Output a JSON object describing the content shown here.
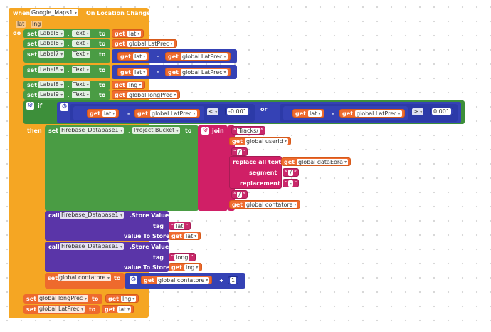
{
  "event": {
    "when": "when",
    "component": "Google_Maps1",
    "event_name": "On Location Changed",
    "params": [
      "lat",
      "lng"
    ],
    "do": "do"
  },
  "kw": {
    "set": "set",
    "to": "to",
    "get": "get",
    "if": "if",
    "then": "then",
    "or": "or",
    "join": "join",
    "call": "call",
    "dot": ".",
    "minus": "-",
    "plus": "+",
    "lt": "<",
    "gt": ">",
    "store_value": ".Store Value",
    "tag": "tag",
    "value_to_store": "value To Store",
    "replace_all_text": "replace all text",
    "segment": "segment",
    "replacement": "replacement"
  },
  "sets": [
    {
      "label": "Label5",
      "prop": "Text",
      "var": "lat"
    },
    {
      "label": "Label6",
      "prop": "Text",
      "var": "global LatPrec"
    },
    {
      "label": "Label7",
      "prop": "Text",
      "var1": "lat",
      "var2": "global LatPrec"
    },
    {
      "label": "Label8",
      "prop": "Text",
      "var1": "lat",
      "var2": "global LatPrec"
    },
    {
      "label": "Label8",
      "prop": "Text",
      "var": "lng"
    },
    {
      "label": "Label9",
      "prop": "Text",
      "var": "global longPrec"
    }
  ],
  "if_block": {
    "left_var1": "lat",
    "left_var2": "global LatPrec",
    "left_op": "<",
    "left_num": "-0.001",
    "right_var1": "lat",
    "right_var2": "global LatPrec",
    "right_op": ">",
    "right_num": "0.001"
  },
  "then_set": {
    "component": "Firebase_Database1",
    "prop": "Project Bucket",
    "join_items": [
      "Tracks/",
      "global userId",
      "/",
      "global dataEora",
      "/",
      "-",
      "/",
      "global contatore"
    ]
  },
  "store1": {
    "component": "Firebase_Database1",
    "tag": "lat",
    "value_var": "lat"
  },
  "store2": {
    "component": "Firebase_Database1",
    "tag": "long",
    "value_var": "lng"
  },
  "contatore": {
    "var": "global contatore",
    "get_var": "global contatore",
    "num": "1"
  },
  "bottom_sets": [
    {
      "var": "global longPrec",
      "get_var": "lng"
    },
    {
      "var": "global LatPrec",
      "get_var": "lat"
    }
  ]
}
